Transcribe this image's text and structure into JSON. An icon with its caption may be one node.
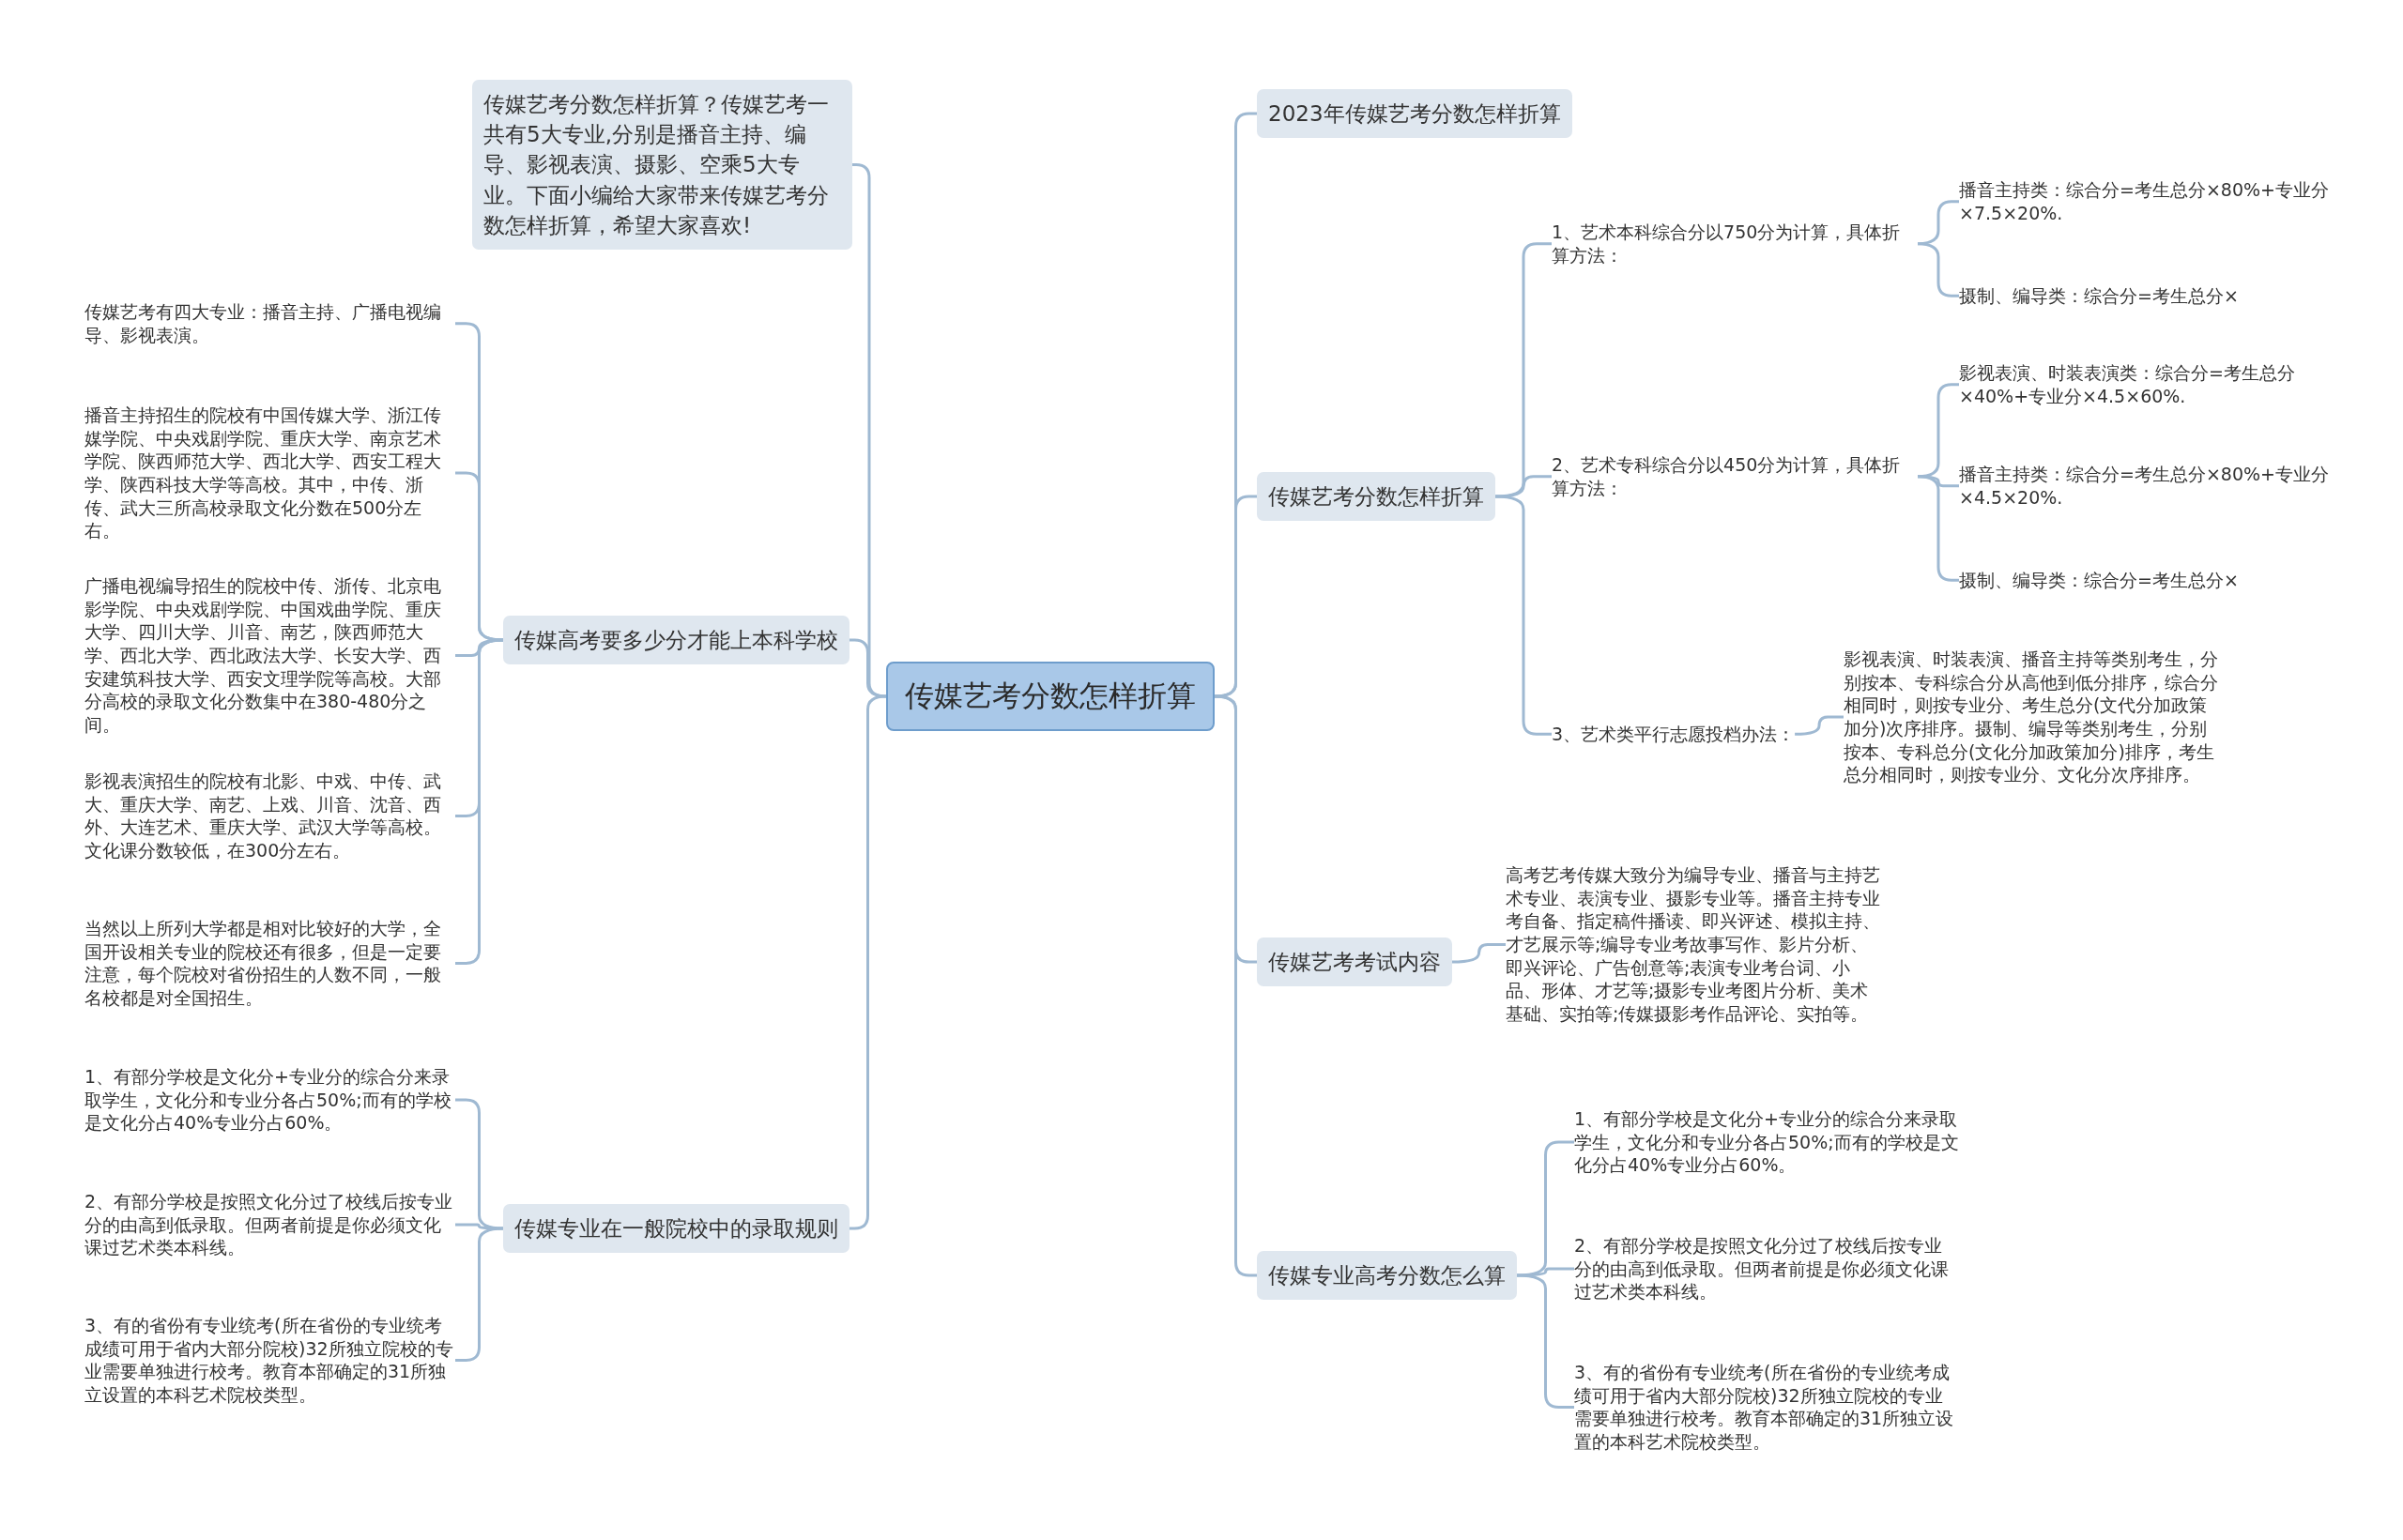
{
  "diagram": {
    "nodes": [
      {
        "text": [
          "传媒艺考分数怎样折算"
        ]
      },
      {
        "text": [
          "传媒艺考分数怎样折算？传媒艺考一共有5大专业,分别是播音主持、编导、影视表演、摄影、空乘5大专业。下面小编给大家带来传媒艺考分数怎样折算，希望大家喜欢!"
        ]
      },
      {
        "text": [
          "传媒高考要多少分才能上本科学校"
        ]
      },
      {
        "text": [
          "传媒艺考有四大专业：播音主持、广播电视编导、影视表演。"
        ]
      },
      {
        "text": [
          "播音主持招生的院校有中国传媒大学、浙江传媒学院、中央戏剧学院、重庆大学、南京艺术学院、陕西师范大学、西北大学、西安工程大学、陕西科技大学等高校。其中，中传、浙传、武大三所高校录取文化分数在500分左右。"
        ]
      },
      {
        "text": [
          "广播电视编导招生的院校中传、浙传、北京电影学院、中央戏剧学院、中国戏曲学院、重庆大学、四川大学、川音、南艺，陕西师范大学、西北大学、西北政法大学、长安大学、西安建筑科技大学、西安文理学院等高校。大部分高校的录取文化分数集中在380-480分之间。"
        ]
      },
      {
        "text": [
          "影视表演招生的院校有北影、中戏、中传、武大、重庆大学、南艺、上戏、川音、沈音、西外、大连艺术、重庆大学、武汉大学等高校。文化课分数较低，在300分左右。"
        ]
      },
      {
        "text": [
          "当然以上所列大学都是相对比较好的大学，全国开设相关专业的院校还有很多，但是一定要注意，每个院校对省份招生的人数不同，一般名校都是对全国招生。"
        ]
      },
      {
        "text": [
          "传媒专业在一般院校中的录取规则"
        ]
      },
      {
        "text": [
          "1、有部分学校是文化分+专业分的综合分来录取学生，文化分和专业分各占50%;而有的学校是文化分占40%专业分占60%。"
        ]
      },
      {
        "text": [
          "2、有部分学校是按照文化分过了校线后按专业分的由高到低录取。但两者前提是你必须文化课过艺术类本科线。"
        ]
      },
      {
        "text": [
          "3、有的省份有专业统考(所在省份的专业统考成绩可用于省内大部分院校)32所独立院校的专业需要单独进行校考。教育本部确定的31所独立设置的本科艺术院校类型。"
        ]
      },
      {
        "text": [
          "2023年传媒艺考分数怎样折算"
        ]
      },
      {
        "text": [
          "传媒艺考分数怎样折算"
        ]
      },
      {
        "text": [
          "1、艺术本科综合分以750分为计算，具体折算方法："
        ]
      },
      {
        "text": [
          "播音主持类：综合分=考生总分×80%+专业分×7.5×20%."
        ]
      },
      {
        "text": [
          "摄制、编导类：综合分=考生总分×"
        ]
      },
      {
        "text": [
          "2、艺术专科综合分以450分为计算，具体折算方法："
        ]
      },
      {
        "text": [
          "影视表演、时装表演类：综合分=考生总分×40%+专业分×4.5×60%."
        ]
      },
      {
        "text": [
          "播音主持类：综合分=考生总分×80%+专业分×4.5×20%."
        ]
      },
      {
        "text": [
          "摄制、编导类：综合分=考生总分×"
        ]
      },
      {
        "text": [
          "3、艺术类平行志愿投档办法："
        ]
      },
      {
        "text": [
          "影视表演、时装表演、播音主持等类别考生，分别按本、专科综合分从高他到低分排序，综合分相同时，则按专业分、考生总分(文代分加政策加分)次序排序。摄制、编导等类别考生，分别按本、专科总分(文化分加政策加分)排序，考生总分相同时，则按专业分、文化分次序排序。"
        ]
      },
      {
        "text": [
          "传媒艺考考试内容"
        ]
      },
      {
        "text": [
          "高考艺考传媒大致分为编导专业、播音与主持艺术专业、表演专业、摄影专业等。播音主持专业考自备、指定稿件播读、即兴评述、模拟主持、才艺展示等;编导专业考故事写作、影片分析、即兴评论、广告创意等;表演专业考台词、小品、形体、才艺等;摄影专业考图片分析、美术基础、实拍等;传媒摄影考作品评论、实拍等。"
        ]
      },
      {
        "text": [
          "传媒专业高考分数怎么算"
        ]
      },
      {
        "text": [
          "1、有部分学校是文化分+专业分的综合分来录取学生，文化分和专业分各占50%;而有的学校是文化分占40%专业分占60%。"
        ]
      },
      {
        "text": [
          "2、有部分学校是按照文化分过了校线后按专业分的由高到低录取。但两者前提是你必须文化课过艺术类本科线。"
        ]
      },
      {
        "text": [
          "3、有的省份有专业统考(所在省份的专业统考成绩可用于省内大部分院校)32所独立院校的专业需要单独进行校考。教育本部确定的31所独立设置的本科艺术院校类型。"
        ]
      }
    ],
    "edges": [
      {
        "from": 0,
        "to": 1,
        "arrow": "none"
      },
      {
        "from": 0,
        "to": 2,
        "arrow": "none"
      },
      {
        "from": 2,
        "to": 3,
        "arrow": "none"
      },
      {
        "from": 2,
        "to": 4,
        "arrow": "none"
      },
      {
        "from": 2,
        "to": 5,
        "arrow": "none"
      },
      {
        "from": 2,
        "to": 6,
        "arrow": "none"
      },
      {
        "from": 2,
        "to": 7,
        "arrow": "none"
      },
      {
        "from": 0,
        "to": 8,
        "arrow": "none"
      },
      {
        "from": 8,
        "to": 9,
        "arrow": "none"
      },
      {
        "from": 8,
        "to": 10,
        "arrow": "none"
      },
      {
        "from": 8,
        "to": 11,
        "arrow": "none"
      },
      {
        "from": 0,
        "to": 12,
        "arrow": "none"
      },
      {
        "from": 0,
        "to": 13,
        "arrow": "none"
      },
      {
        "from": 13,
        "to": 14,
        "arrow": "none"
      },
      {
        "from": 14,
        "to": 15,
        "arrow": "none"
      },
      {
        "from": 14,
        "to": 16,
        "arrow": "none"
      },
      {
        "from": 13,
        "to": 17,
        "arrow": "none"
      },
      {
        "from": 17,
        "to": 18,
        "arrow": "none"
      },
      {
        "from": 17,
        "to": 19,
        "arrow": "none"
      },
      {
        "from": 17,
        "to": 20,
        "arrow": "none"
      },
      {
        "from": 13,
        "to": 21,
        "arrow": "none"
      },
      {
        "from": 21,
        "to": 22,
        "arrow": "none"
      },
      {
        "from": 0,
        "to": 23,
        "arrow": "none"
      },
      {
        "from": 23,
        "to": 24,
        "arrow": "none"
      },
      {
        "from": 0,
        "to": 25,
        "arrow": "none"
      },
      {
        "from": 25,
        "to": 26,
        "arrow": "none"
      },
      {
        "from": 25,
        "to": 27,
        "arrow": "none"
      },
      {
        "from": 25,
        "to": 28,
        "arrow": "none"
      }
    ]
  }
}
